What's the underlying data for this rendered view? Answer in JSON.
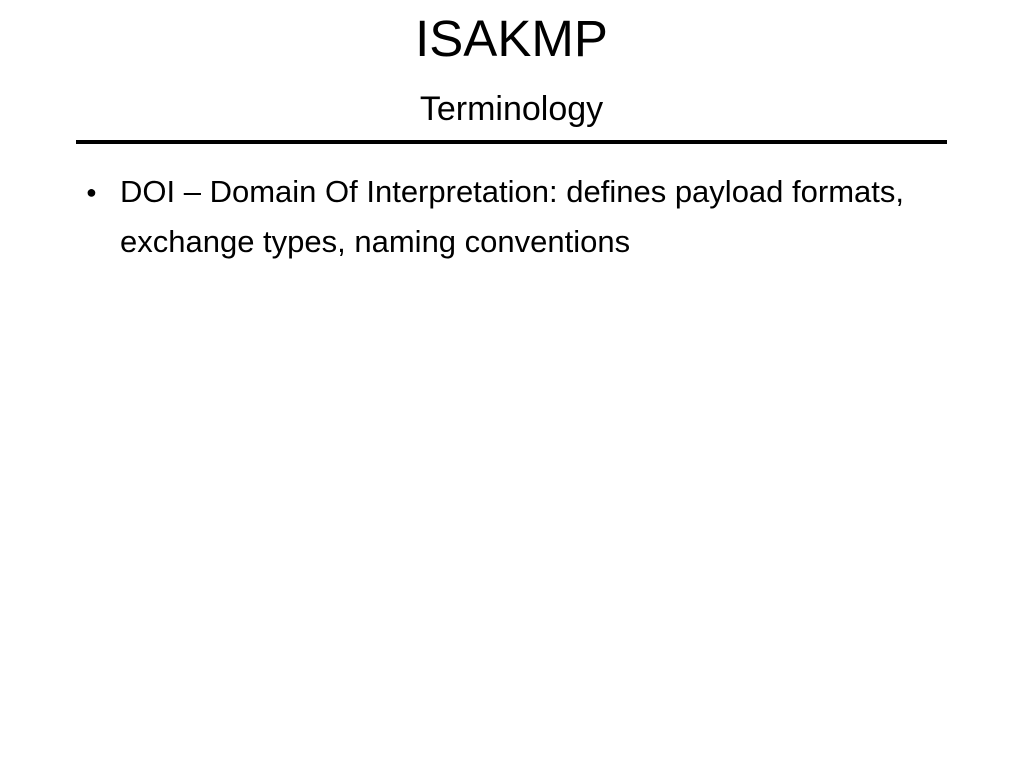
{
  "slide": {
    "title": "ISAKMP",
    "subtitle": "Terminology",
    "bullets": [
      {
        "text": "DOI – Domain Of Interpretation: defines payload formats, exchange types, naming conventions"
      }
    ],
    "bullet_glyph": "●"
  }
}
